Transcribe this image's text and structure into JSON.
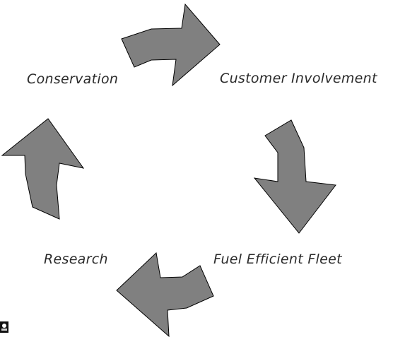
{
  "diagram": {
    "stages": [
      {
        "label": "Conservation"
      },
      {
        "label": "Customer Involvement"
      },
      {
        "label": "Fuel Efficient Fleet"
      },
      {
        "label": "Research"
      }
    ],
    "flow": "clockwise",
    "arrow_color": "#808080",
    "arrow_outline_color": "#000000",
    "text_color": "#2b2b2b"
  }
}
